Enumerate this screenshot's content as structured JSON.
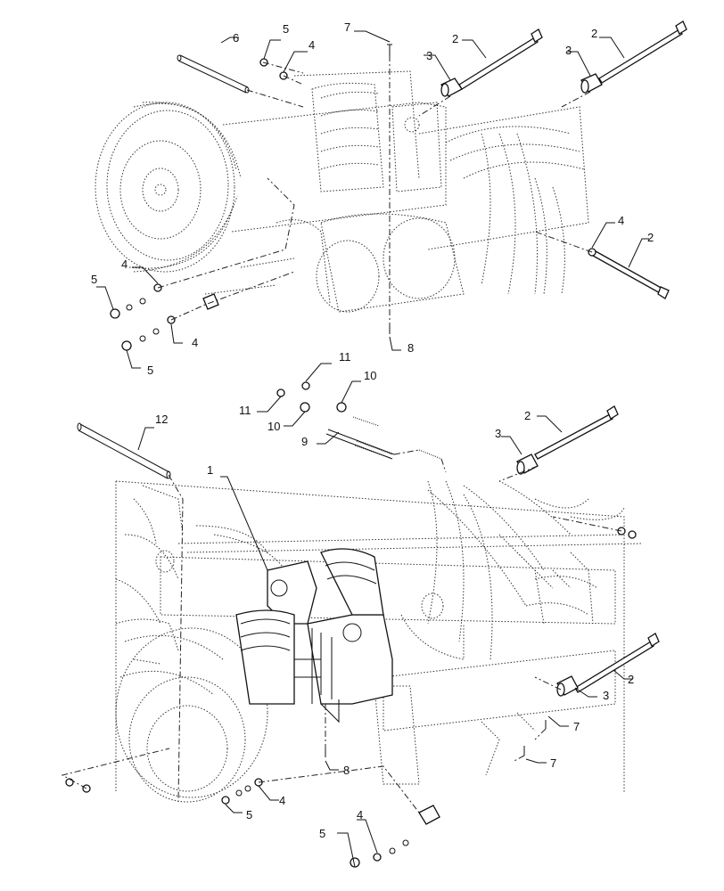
{
  "callouts": {
    "c1": "1",
    "c2a": "2",
    "c2b": "2",
    "c2c": "2",
    "c2d": "2",
    "c2e": "2",
    "c3a": "3",
    "c3b": "3",
    "c3c": "3",
    "c3d": "3",
    "c4a": "4",
    "c4b": "4",
    "c4c": "4",
    "c4d": "4",
    "c4e": "4",
    "c4f": "4",
    "c5a": "5",
    "c5b": "5",
    "c5c": "5",
    "c5d": "5",
    "c5e": "5",
    "c6": "6",
    "c7a": "7",
    "c7b": "7",
    "c7c": "7",
    "c8a": "8",
    "c8b": "8",
    "c9": "9",
    "c10a": "10",
    "c10b": "10",
    "c11a": "11",
    "c11b": "11",
    "c12": "12"
  }
}
